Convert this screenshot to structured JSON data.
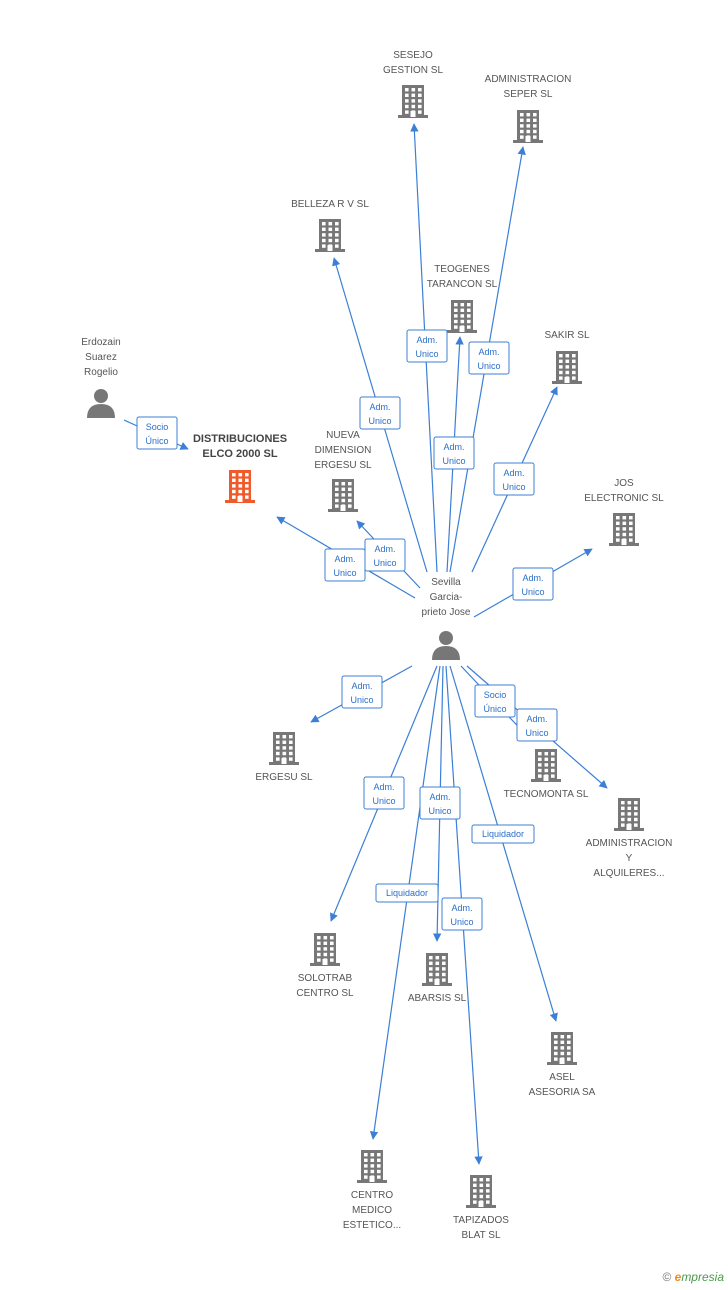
{
  "colors": {
    "edge": "#3b7fd6",
    "building": "#777777",
    "focus": "#f15a2b",
    "person": "#777777"
  },
  "nodes": [
    {
      "id": "sesejo",
      "type": "company",
      "lines": [
        "SESEJO",
        "GESTION SL"
      ]
    },
    {
      "id": "admseper",
      "type": "company",
      "lines": [
        "ADMINISTRACION",
        "SEPER SL"
      ]
    },
    {
      "id": "belleza",
      "type": "company",
      "lines": [
        "BELLEZA R V SL"
      ]
    },
    {
      "id": "teogenes",
      "type": "company",
      "lines": [
        "TEOGENES",
        "TARANCON SL"
      ]
    },
    {
      "id": "sakir",
      "type": "company",
      "lines": [
        "SAKIR SL"
      ]
    },
    {
      "id": "erdozain",
      "type": "person",
      "lines": [
        "Erdozain",
        "Suarez",
        "Rogelio"
      ]
    },
    {
      "id": "distribuciones",
      "type": "focus",
      "lines": [
        "DISTRIBUCIONES",
        "ELCO 2000 SL"
      ]
    },
    {
      "id": "nueva",
      "type": "company",
      "lines": [
        "NUEVA",
        "DIMENSION",
        "ERGESU SL"
      ]
    },
    {
      "id": "jos",
      "type": "company",
      "lines": [
        "JOS",
        "ELECTRONIC SL"
      ]
    },
    {
      "id": "sevilla",
      "type": "person",
      "lines": [
        "Sevilla",
        "Garcia-",
        "prieto Jose"
      ]
    },
    {
      "id": "ergesu",
      "type": "company",
      "lines": [
        "ERGESU SL"
      ]
    },
    {
      "id": "tecnomonta",
      "type": "company",
      "lines": [
        "TECNOMONTA SL"
      ]
    },
    {
      "id": "admalq",
      "type": "company",
      "lines": [
        "ADMINISTRACION",
        "Y",
        "ALQUILERES..."
      ]
    },
    {
      "id": "solotrab",
      "type": "company",
      "lines": [
        "SOLOTRAB",
        "CENTRO SL"
      ]
    },
    {
      "id": "abarsis",
      "type": "company",
      "lines": [
        "ABARSIS SL"
      ]
    },
    {
      "id": "asel",
      "type": "company",
      "lines": [
        "ASEL",
        "ASESORIA SA"
      ]
    },
    {
      "id": "centro",
      "type": "company",
      "lines": [
        "CENTRO",
        "MEDICO",
        "ESTETICO..."
      ]
    },
    {
      "id": "tapizados",
      "type": "company",
      "lines": [
        "TAPIZADOS",
        "BLAT SL"
      ]
    }
  ],
  "edges": [
    {
      "from": "erdozain",
      "to": "distribuciones",
      "role": [
        "Socio",
        "Único"
      ]
    },
    {
      "from": "sevilla",
      "to": "sesejo",
      "role": [
        "Adm.",
        "Unico"
      ]
    },
    {
      "from": "sevilla",
      "to": "admseper",
      "role": [
        "Adm.",
        "Unico"
      ]
    },
    {
      "from": "sevilla",
      "to": "belleza",
      "role": [
        "Adm.",
        "Unico"
      ]
    },
    {
      "from": "sevilla",
      "to": "teogenes",
      "role": [
        "Adm.",
        "Unico"
      ]
    },
    {
      "from": "sevilla",
      "to": "sakir",
      "role": [
        "Adm.",
        "Unico"
      ]
    },
    {
      "from": "sevilla",
      "to": "distribuciones",
      "role": [
        "Adm.",
        "Unico"
      ]
    },
    {
      "from": "sevilla",
      "to": "nueva",
      "role": [
        "Adm.",
        "Unico"
      ]
    },
    {
      "from": "sevilla",
      "to": "jos",
      "role": [
        "Adm.",
        "Unico"
      ]
    },
    {
      "from": "sevilla",
      "to": "ergesu",
      "role": [
        "Adm.",
        "Unico"
      ]
    },
    {
      "from": "sevilla",
      "to": "tecnomonta",
      "role": [
        "Socio",
        "Único"
      ]
    },
    {
      "from": "sevilla",
      "to": "admalq",
      "role": [
        "Adm.",
        "Unico"
      ]
    },
    {
      "from": "sevilla",
      "to": "solotrab",
      "role": [
        "Adm.",
        "Unico"
      ]
    },
    {
      "from": "sevilla",
      "to": "abarsis",
      "role": [
        "Adm.",
        "Unico"
      ]
    },
    {
      "from": "sevilla",
      "to": "asel",
      "role": [
        "Liquidador"
      ]
    },
    {
      "from": "sevilla",
      "to": "centro",
      "role": [
        "Liquidador"
      ]
    },
    {
      "from": "sevilla",
      "to": "tapizados",
      "role": [
        "Adm.",
        "Unico"
      ]
    }
  ],
  "footer": {
    "copyright": "©",
    "brand_first": "e",
    "brand_rest": "mpresia"
  }
}
